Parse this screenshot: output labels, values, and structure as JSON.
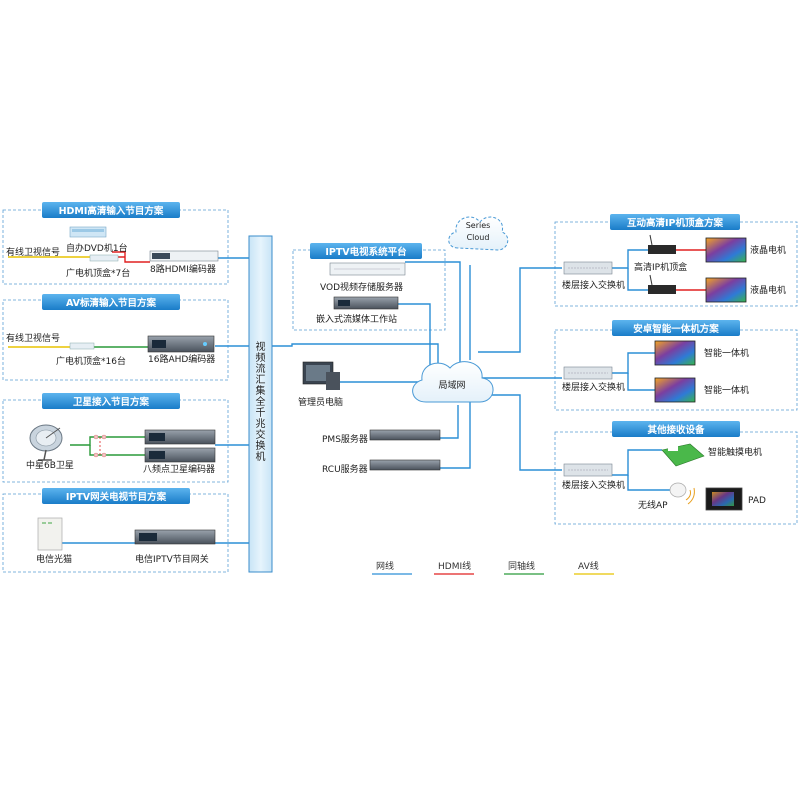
{
  "sections": {
    "hdmi": {
      "title": "HDMI高清输入节目方案",
      "source": "有线卫视信号",
      "dvd": "自办DVD机1台",
      "stb": "广电机顶盒*7台",
      "encoder": "8路HDMI编码器"
    },
    "av": {
      "title": "AV标清输入节目方案",
      "source": "有线卫视信号",
      "stb": "广电机顶盒*16台",
      "encoder": "16路AHD编码器"
    },
    "sat": {
      "title": "卫星接入节目方案",
      "dish": "中星6B卫星",
      "encoder": "八频点卫星编码器"
    },
    "iptv_gw": {
      "title": "IPTV网关电视节目方案",
      "modem": "电信光猫",
      "gateway": "电信IPTV节目网关"
    }
  },
  "core": {
    "switch_label": "视频流汇集全千兆交换机",
    "platform_title": "IPTV电视系统平台",
    "vod": "VOD视频存储服务器",
    "streamer": "嵌入式流媒体工作站",
    "cloud": "Series Cloud",
    "lan": "局域网",
    "admin_pc": "管理员电脑",
    "pms": "PMS服务器",
    "rcu": "RCU服务器"
  },
  "right": {
    "stb_scheme": {
      "title": "互动高清IP机顶盒方案",
      "switch": "楼层接入交换机",
      "stb": "高清IP机顶盒",
      "tv1": "液晶电机",
      "tv2": "液晶电机"
    },
    "android_scheme": {
      "title": "安卓智能一体机方案",
      "switch": "楼层接入交换机",
      "aio1": "智能一体机",
      "aio2": "智能一体机"
    },
    "other": {
      "title": "其他接收设备",
      "switch": "楼层接入交换机",
      "touch": "智能触摸电机",
      "ap": "无线AP",
      "pad": "PAD"
    }
  },
  "legend": [
    {
      "label": "网线",
      "color": "#2c8fd6"
    },
    {
      "label": "HDMI线",
      "color": "#e02020"
    },
    {
      "label": "同轴线",
      "color": "#2a9a3a"
    },
    {
      "label": "AV线",
      "color": "#e8c400"
    }
  ],
  "colors": {
    "banner": "#1e88d8",
    "network": "#2c8fd6",
    "hdmi": "#e02020",
    "coax": "#2a9a3a",
    "av": "#e8c400",
    "switch_fill": "#d6ecf8"
  }
}
